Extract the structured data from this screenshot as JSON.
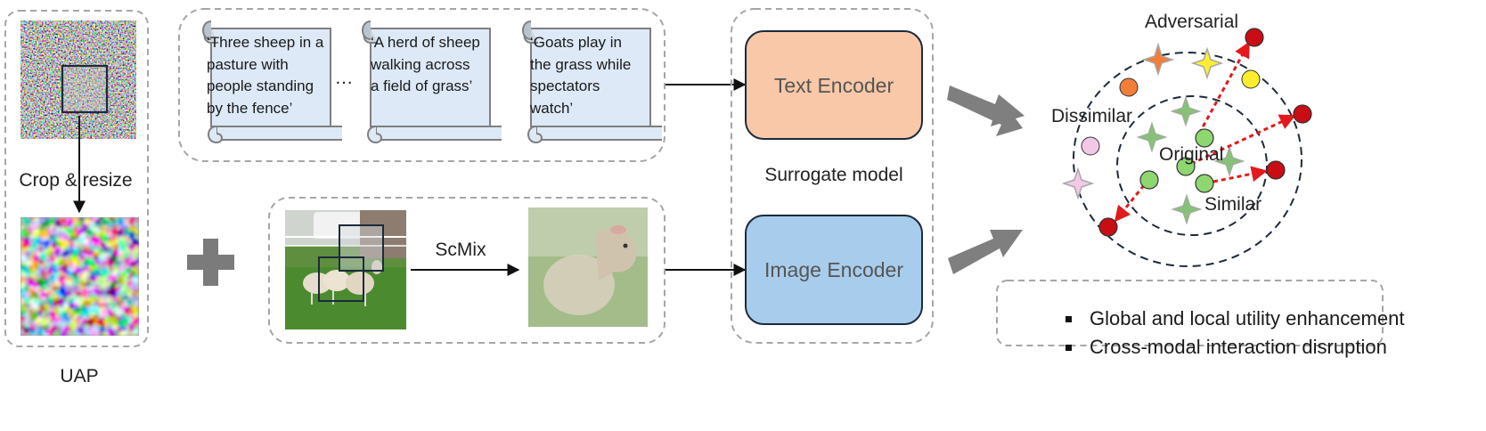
{
  "uap": {
    "crop_label": "Crop & resize",
    "caption": "UAP"
  },
  "captions": [
    "‘Three sheep in a pasture with people standing by the fence’",
    "‘A herd of sheep walking across a field of grass’",
    "‘Goats play in the grass while spectators watch’"
  ],
  "ellipsis": "…",
  "scmix_label": "ScMix",
  "model": {
    "text_encoder": "Text Encoder",
    "image_encoder": "Image Encoder",
    "surrogate_label": "Surrogate model"
  },
  "space": {
    "adversarial": "Adversarial",
    "dissimilar": "Dissimilar",
    "original": "Original",
    "similar": "Similar"
  },
  "bullets": [
    "Global and local utility enhancement",
    "Cross-modal interaction disruption"
  ],
  "colors": {
    "text_encoder": "#f8c8a8",
    "image_encoder": "#a8ccec",
    "scroll_fill": "#dde9f6",
    "adversarial_point": "#c80d14",
    "original_point": "#8ed66f",
    "red_arrow": "#e3191c"
  }
}
